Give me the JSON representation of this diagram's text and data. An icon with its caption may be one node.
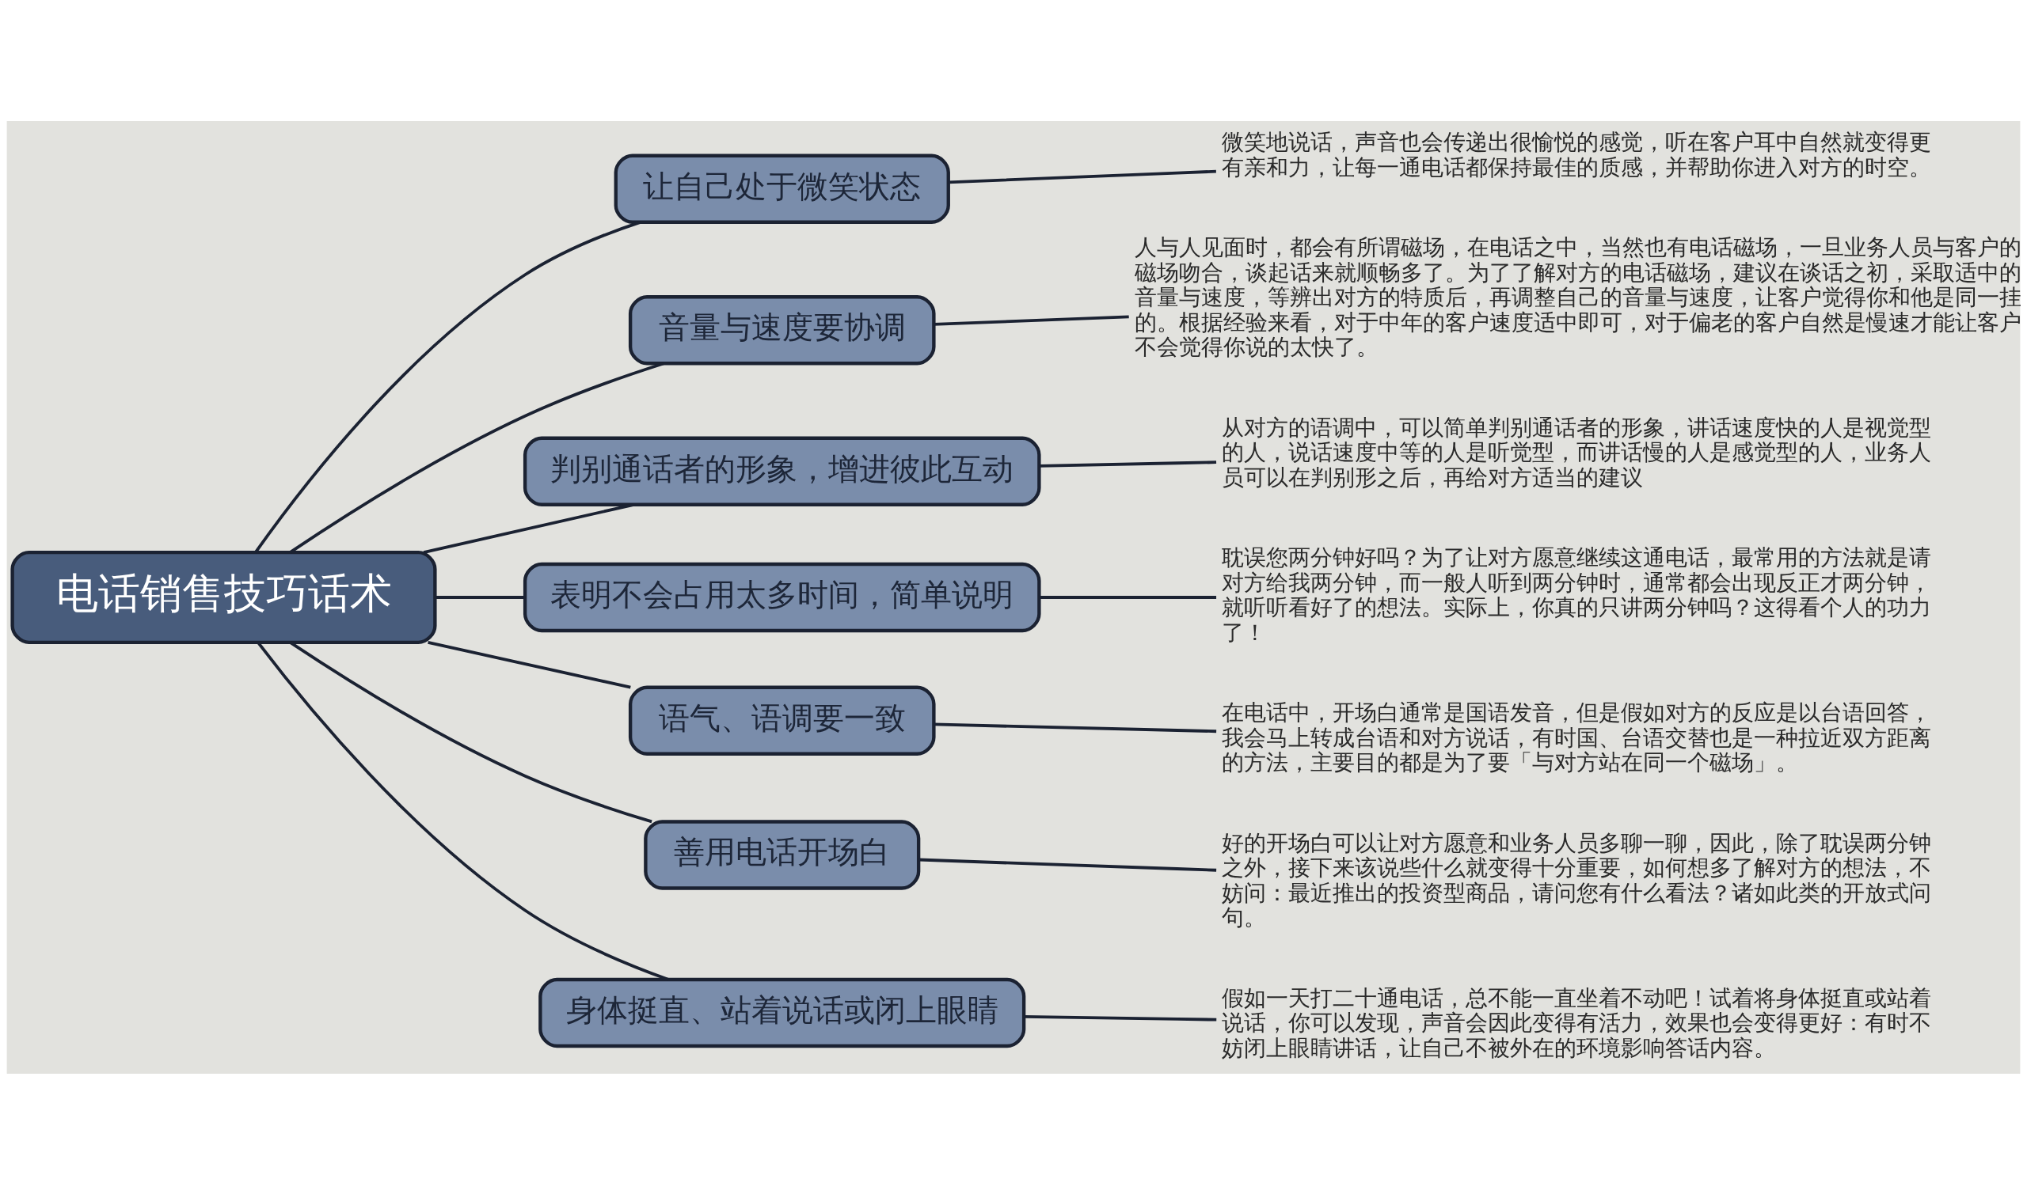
{
  "diagram": {
    "nodes": [
      {
        "text": [
          "电话销售技巧话术"
        ]
      },
      {
        "text": [
          "让自己处于微笑状态"
        ]
      },
      {
        "text": [
          "微笑地说话，声音也会传递出很愉悦的感觉，听在客户耳中自然就变得更有亲和力，让每一通电话都保持最佳的质感，并帮助你进入对方的时空。"
        ]
      },
      {
        "text": [
          "音量与速度要协调"
        ]
      },
      {
        "text": [
          "人与人见面时，都会有所谓磁场，在电话之中，当然也有电话磁场，一旦业务人员与客户的磁场吻合，谈起话来就顺畅多了。为了了解对方的电话磁场，建议在谈话之初，采取适中的音量与速度，等辨出对方的特质后，再调整自己的音量与速度，让客户觉得你和他是同一挂的。根据经验来看，对于中年的客户速度适中即可，对于偏老的客户自然是慢速才能让客户不会觉得你说的太快了。"
        ]
      },
      {
        "text": [
          "判别通话者的形象，增进彼此互动"
        ]
      },
      {
        "text": [
          "从对方的语调中，可以简单判别通话者的形象，讲话速度快的人是视觉型的人，说话速度中等的人是听觉型，而讲话慢的人是感觉型的人，业务人员可以在判别形之后，再给对方适当的建议"
        ]
      },
      {
        "text": [
          "表明不会占用太多时间，简单说明"
        ]
      },
      {
        "text": [
          "耽误您两分钟好吗？为了让对方愿意继续这通电话，最常用的方法就是请对方给我两分钟，而一般人听到两分钟时，通常都会出现反正才两分钟，就听听看好了的想法。实际上，你真的只讲两分钟吗？这得看个人的功力了！"
        ]
      },
      {
        "text": [
          "语气、语调要一致"
        ]
      },
      {
        "text": [
          "在电话中，开场白通常是国语发音，但是假如对方的反应是以台语回答，我会马上转成台语和对方说话，有时国、台语交替也是一种拉近双方距离的方法，主要目的都是为了要「与对方站在同一个磁场」。"
        ]
      },
      {
        "text": [
          "善用电话开场白"
        ]
      },
      {
        "text": [
          "好的开场白可以让对方愿意和业务人员多聊一聊，因此，除了耽误两分钟之外，接下来该说些什么就变得十分重要，如何想多了解对方的想法，不妨问：最近推出的投资型商品，请问您有什么看法？诸如此类的开放式问句。"
        ]
      },
      {
        "text": [
          "身体挺直、站着说话或闭上眼睛"
        ]
      },
      {
        "text": [
          "假如一天打二十通电话，总不能一直坐着不动吧！试着将身体挺直或站着说话，你可以发现，声音会因此变得有活力，效果也会变得更好：有时不妨闭上眼睛讲话，让自己不被外在的环境影响答话内容。"
        ]
      }
    ],
    "edges": [
      {
        "from": 0,
        "to": 1,
        "arrow": "none"
      },
      {
        "from": 1,
        "to": 2,
        "arrow": "none"
      },
      {
        "from": 0,
        "to": 3,
        "arrow": "none"
      },
      {
        "from": 3,
        "to": 4,
        "arrow": "none"
      },
      {
        "from": 0,
        "to": 5,
        "arrow": "none"
      },
      {
        "from": 5,
        "to": 6,
        "arrow": "none"
      },
      {
        "from": 0,
        "to": 7,
        "arrow": "none"
      },
      {
        "from": 7,
        "to": 8,
        "arrow": "none"
      },
      {
        "from": 0,
        "to": 9,
        "arrow": "none"
      },
      {
        "from": 9,
        "to": 10,
        "arrow": "none"
      },
      {
        "from": 0,
        "to": 11,
        "arrow": "none"
      },
      {
        "from": 11,
        "to": 12,
        "arrow": "none"
      },
      {
        "from": 0,
        "to": 13,
        "arrow": "none"
      },
      {
        "from": 13,
        "to": 14,
        "arrow": "none"
      }
    ]
  }
}
